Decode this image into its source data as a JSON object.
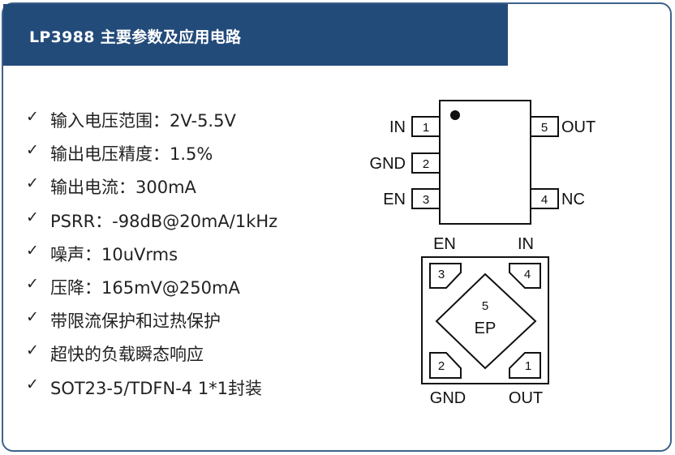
{
  "title": "LP3988 主要参数及应用电路",
  "check_symbol": "✓",
  "specs": [
    "输入电压范围：2V-5.5V",
    "输出电压精度：1.5%",
    "输出电流：300mA",
    "PSRR：-98dB@20mA/1kHz",
    "噪声：10uVrms",
    "压降：165mV@250mA",
    "带限流保护和过热保护",
    "超快的负载瞬态响应",
    "SOT23-5/TDFN-4 1*1封装"
  ],
  "sot23": {
    "left_pins": [
      {
        "label": "IN",
        "number": "1"
      },
      {
        "label": "GND",
        "number": "2"
      },
      {
        "label": "EN",
        "number": "3"
      }
    ],
    "right_pins": [
      {
        "label": "OUT",
        "number": "5"
      },
      {
        "label": "NC",
        "number": "4"
      }
    ]
  },
  "tdfn": {
    "top_labels": [
      "EN",
      "IN"
    ],
    "bottom_labels": [
      "GND",
      "OUT"
    ],
    "pad_numbers": [
      "3",
      "4",
      "2",
      "1"
    ],
    "ep_number": "5",
    "ep_label": "EP"
  },
  "colors": {
    "title_bg": "#234b7a",
    "border": "#3d628c",
    "title_text": "#ffffff"
  }
}
